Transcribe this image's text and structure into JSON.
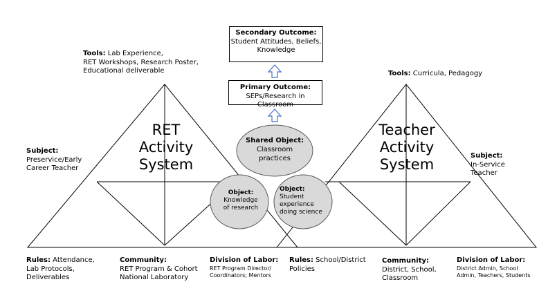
{
  "secondary_outcome": {
    "heading": "Secondary Outcome:",
    "lines": [
      "Student Attitudes, Beliefs,",
      "Knowledge"
    ]
  },
  "primary_outcome": {
    "heading": "Primary Outcome:",
    "lines": [
      "SEPs/Research in Classroom"
    ]
  },
  "ret": {
    "title_lines": [
      "RET",
      "Activity",
      "System"
    ],
    "tools": {
      "label": "Tools:",
      "lines": [
        " Lab Experience,",
        "RET Workshops, Research Poster,",
        "Educational deliverable"
      ]
    },
    "subject": {
      "label": "Subject:",
      "lines": [
        "Preservice/Early",
        "Career Teacher"
      ]
    },
    "rules": {
      "label": "Rules:",
      "lines": [
        " Attendance,",
        "Lab Protocols,",
        "Deliverables"
      ]
    },
    "community": {
      "label": "Community:",
      "lines": [
        "RET  Program & Cohort",
        "National Laboratory"
      ]
    },
    "division": {
      "label": "Division of Labor:",
      "lines": [
        "RET Program Director/",
        "Coordinators; Mentors"
      ]
    },
    "object": {
      "label": "Object:",
      "lines": [
        "Knowledge",
        "of research"
      ]
    }
  },
  "teacher": {
    "title_lines": [
      "Teacher",
      "Activity",
      "System"
    ],
    "tools": {
      "label": "Tools:",
      "lines": [
        " Curricula, Pedagogy"
      ]
    },
    "subject": {
      "label": "Subject:",
      "lines": [
        "In-Service",
        "Teacher"
      ]
    },
    "rules": {
      "label": "Rules:",
      "lines": [
        " School/District",
        "Policies"
      ]
    },
    "community": {
      "label": "Community:",
      "lines": [
        "District, School,",
        "Classroom"
      ]
    },
    "division": {
      "label": "Division of Labor:",
      "lines": [
        "District Admin, School",
        "Admin, Teachers, Students"
      ]
    },
    "object": {
      "label": "Object:",
      "lines": [
        "Student",
        "experience",
        "doing science"
      ]
    }
  },
  "shared_object": {
    "label": "Shared Object:",
    "lines": [
      "Classroom",
      "practices"
    ]
  },
  "colors": {
    "line": "#000000",
    "ellipse_fill": "#d9d9d9",
    "ellipse_stroke": "#595959",
    "arrow": "#4472c4"
  }
}
